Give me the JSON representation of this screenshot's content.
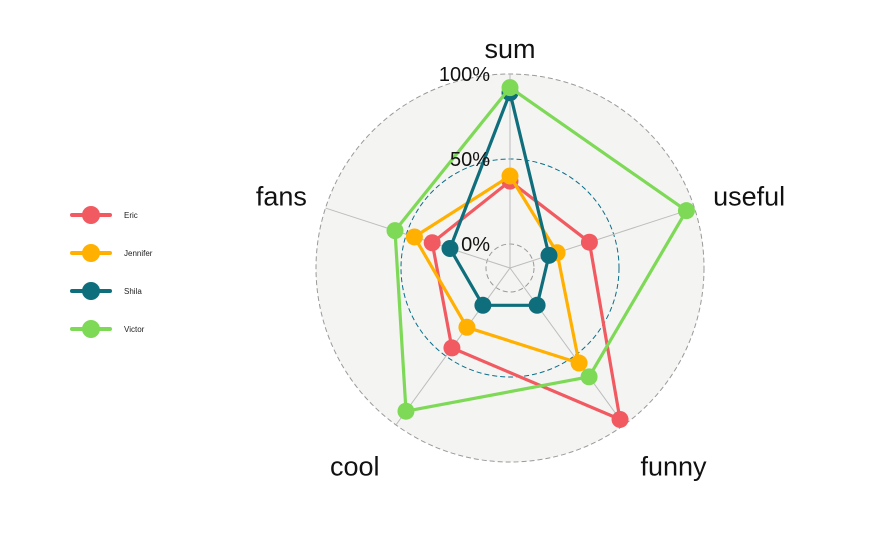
{
  "chart_data": {
    "type": "radar",
    "axes": [
      "sum",
      "useful",
      "funny",
      "cool",
      "fans"
    ],
    "grid_labels": [
      "0%",
      "50%",
      "100%"
    ],
    "grid_values": [
      0,
      0.5,
      1.0
    ],
    "range": [
      0,
      1
    ],
    "series": [
      {
        "name": "Eric",
        "color": "#F15A60",
        "values": [
          0.37,
          0.35,
          0.96,
          0.44,
          0.34
        ]
      },
      {
        "name": "Jennifer",
        "color": "#FFB000",
        "values": [
          0.4,
          0.15,
          0.55,
          0.29,
          0.45
        ]
      },
      {
        "name": "Shila",
        "color": "#0F6E7C",
        "values": [
          0.89,
          0.1,
          0.13,
          0.13,
          0.23
        ]
      },
      {
        "name": "Victor",
        "color": "#7ED957",
        "values": [
          0.92,
          0.95,
          0.65,
          0.9,
          0.57
        ]
      }
    ],
    "legend_position": "left",
    "background_color": "#F4F4F2",
    "midline_color": "#0B6E8A"
  }
}
